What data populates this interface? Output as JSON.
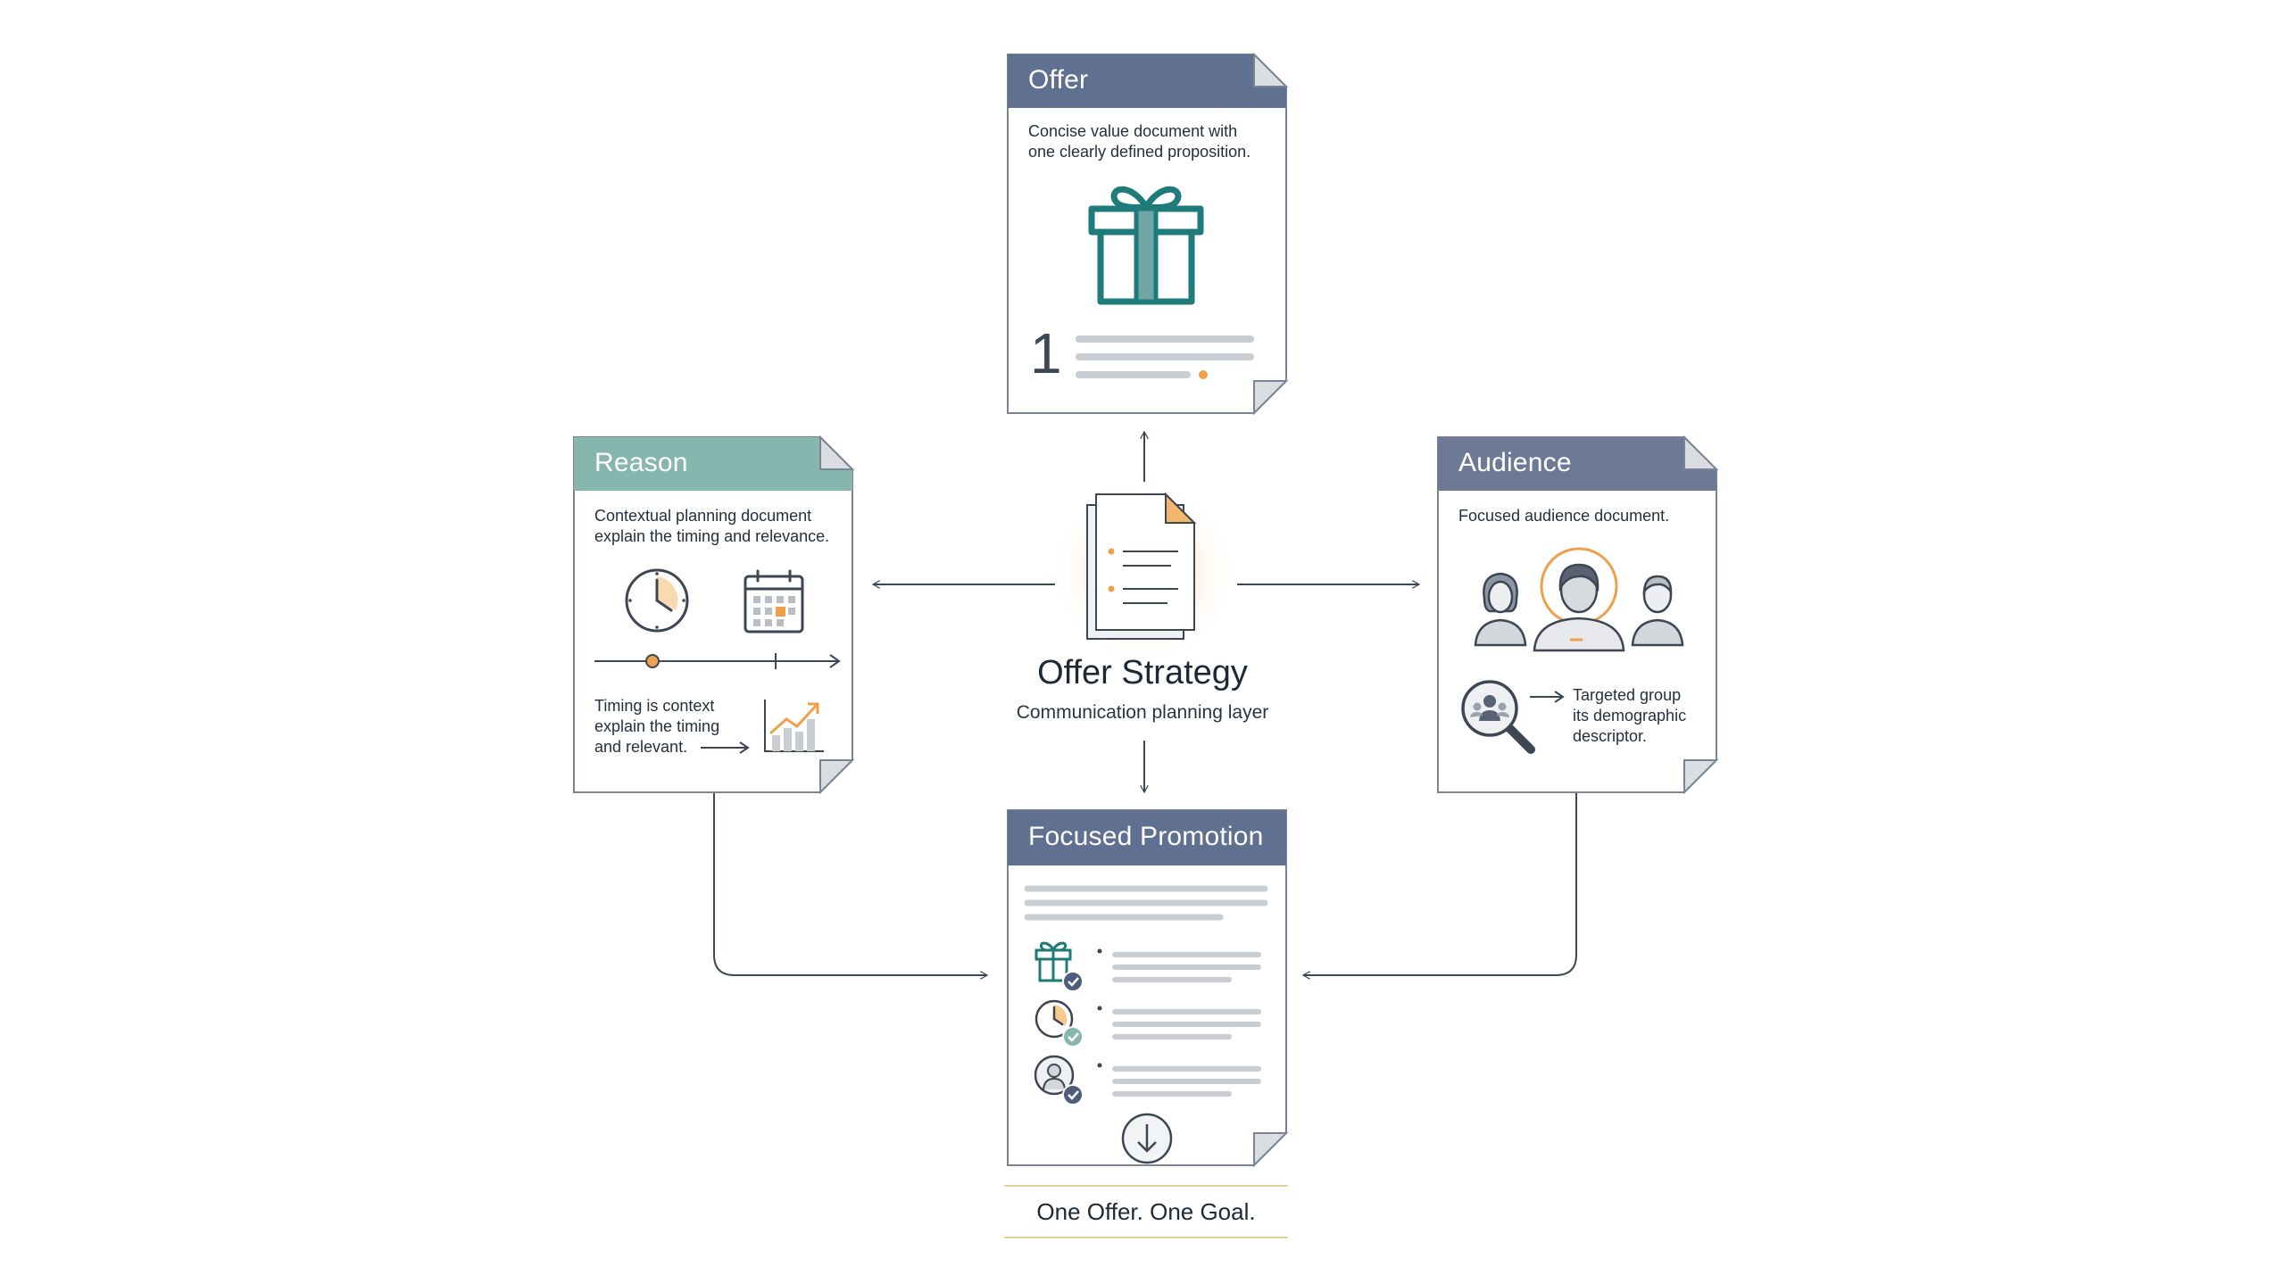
{
  "center": {
    "title": "Offer Strategy",
    "subtitle": "Communication planning layer"
  },
  "offer": {
    "title": "Offer",
    "description_lines": [
      "Concise value document with",
      "one clearly defined proposition."
    ],
    "number": "1",
    "icon": "gift-icon"
  },
  "reason": {
    "title": "Reason",
    "description_lines": [
      "Contextual planning document",
      "explain the timing and relevance."
    ],
    "note_lines": [
      "Timing is context",
      "explain the timing",
      "and relevant."
    ],
    "icons": [
      "clock-icon",
      "calendar-icon",
      "timeline-icon",
      "growth-chart-icon"
    ]
  },
  "audience": {
    "title": "Audience",
    "description_lines": [
      "Focused audience document."
    ],
    "note_lines": [
      "Targeted group",
      "its demographic",
      "descriptor."
    ],
    "icons": [
      "people-group-icon",
      "magnifier-person-icon"
    ]
  },
  "promotion": {
    "title": "Focused Promotion",
    "items": [
      "gift-check-icon",
      "clock-check-icon",
      "person-check-icon"
    ],
    "download_icon": "download-icon"
  },
  "tagline": "One Offer. One Goal.",
  "colors": {
    "slate_header": "#5f7090",
    "teal_header": "#86b6ad",
    "teal": "#1f7a7a",
    "orange": "#eea04a",
    "border": "#7b8494",
    "gray_line": "#c9ccd1"
  }
}
